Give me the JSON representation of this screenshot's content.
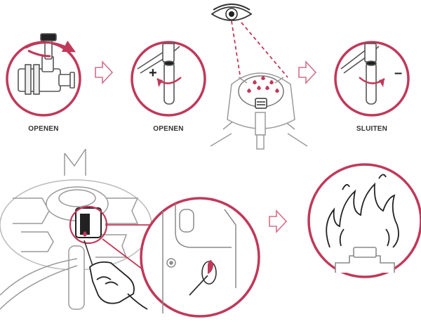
{
  "steps": [
    {
      "label": "OPENEN"
    },
    {
      "label": "OPENEN",
      "sign": "+"
    },
    {
      "label": "SLUITEN",
      "sign": "–"
    }
  ],
  "colors": {
    "accent": "#c0395a",
    "line": "#555555",
    "light_line": "#9a9a9a",
    "arrow": "#d0708a"
  },
  "icons": [
    "eye-icon",
    "flame-icon",
    "hand-icon",
    "match-icon"
  ]
}
